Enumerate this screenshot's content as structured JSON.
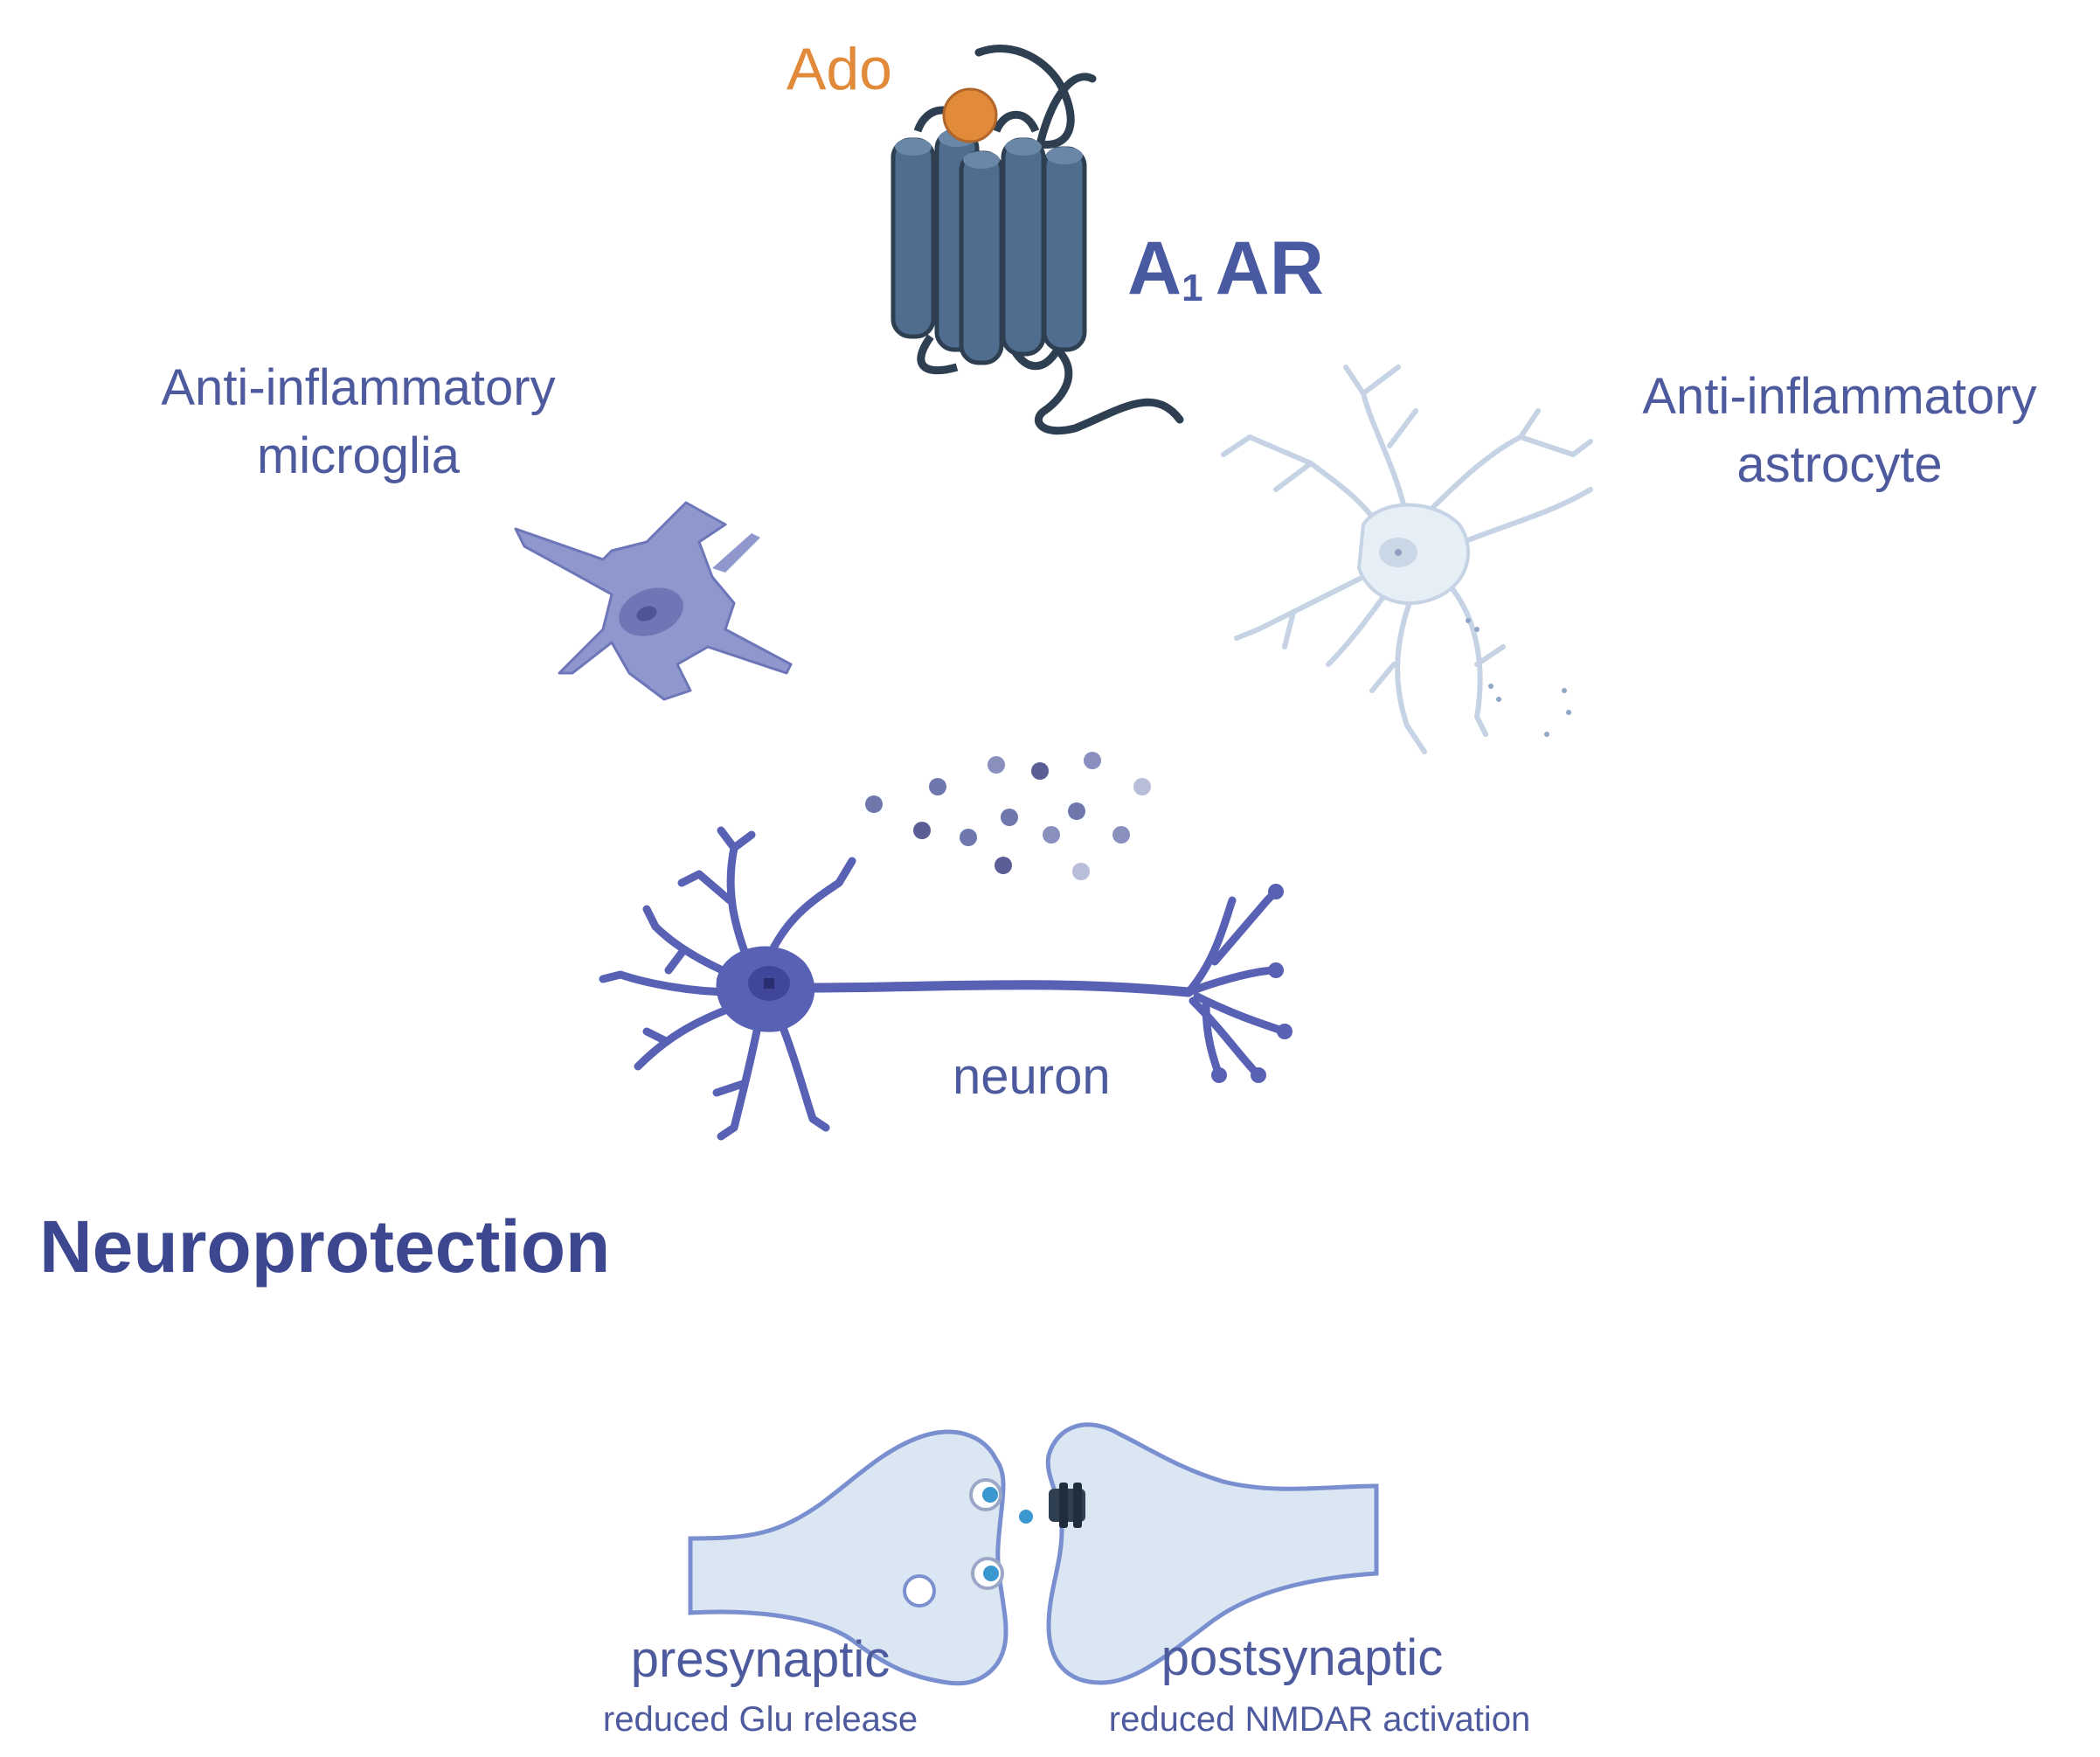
{
  "receptor": {
    "ligand_label": "Ado",
    "name_main": "A",
    "name_sub": "1",
    "name_suffix": "AR",
    "helix_color": "#4f6d8e",
    "loop_color": "#2e3f52",
    "ligand_color": "#e08a3a"
  },
  "microglia": {
    "line1": "Anti-inflammatory",
    "line2": "microglia",
    "color": "#8f97cd"
  },
  "astrocyte": {
    "line1": "Anti-inflammatory",
    "line2": "astrocyte",
    "color": "#e6eef6"
  },
  "neuron": {
    "label": "neuron",
    "color": "#5961b4"
  },
  "title": "Neuroprotection",
  "synapse": {
    "pre_label": "presynaptic",
    "pre_effect": "reduced Glu release",
    "post_label": "postsynaptic",
    "post_effect": "reduced NMDAR activation",
    "fill": "#dbe6f3",
    "stroke": "#7a8fd0"
  },
  "text_color": "#4e5a9e"
}
